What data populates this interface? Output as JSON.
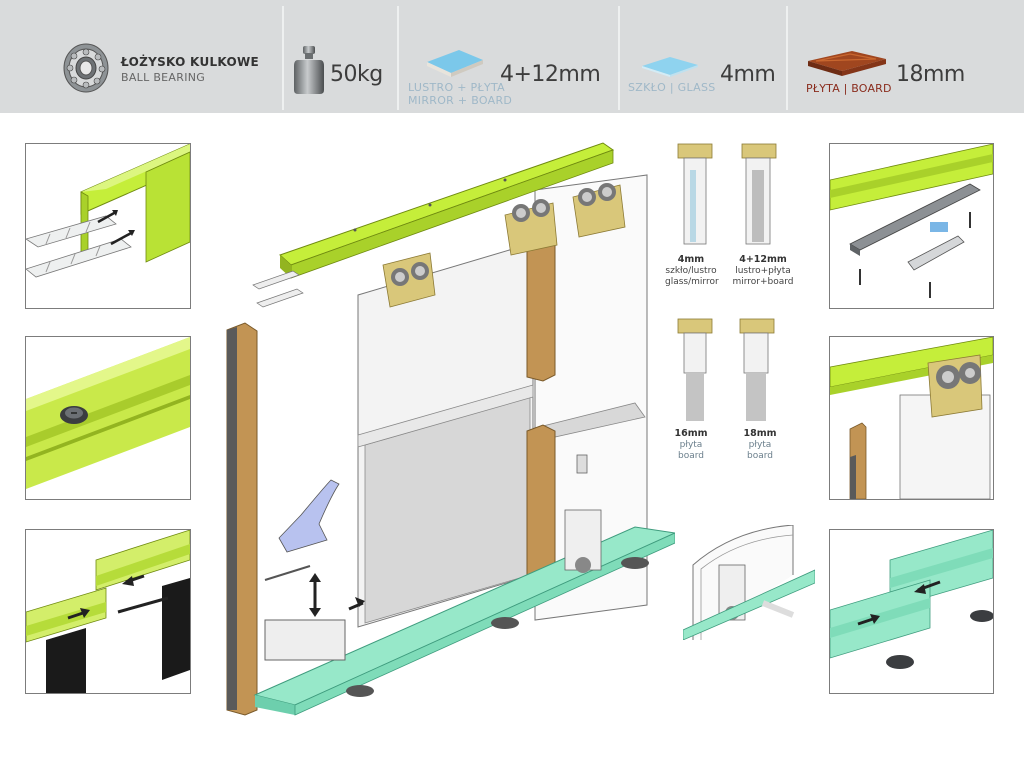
{
  "header": {
    "bearing": {
      "title": "ŁOŻYSKO KULKOWE",
      "subtitle": "BALL BEARING",
      "icon": "ball-bearing-icon"
    },
    "load": {
      "value": "50kg",
      "icon": "weight-icon"
    },
    "mirror_board": {
      "value": "4+12mm",
      "line1": "LUSTRO + PŁYTA",
      "line2": "MIRROR + BOARD",
      "icon": "mirror-board-icon"
    },
    "glass": {
      "value": "4mm",
      "label": "SZKŁO | GLASS",
      "icon": "glass-pane-icon"
    },
    "board": {
      "value": "18mm",
      "label": "PŁYTA | BOARD",
      "icon": "wood-board-icon"
    }
  },
  "profiles": [
    {
      "size": "4mm",
      "line1": "szkło/lustro",
      "line2": "glass/mirror"
    },
    {
      "size": "4+12mm",
      "line1": "lustro+płyta",
      "line2": "mirror+board"
    },
    {
      "size": "16mm",
      "line1": "płyta",
      "line2": "board"
    },
    {
      "size": "18mm",
      "line1": "płyta",
      "line2": "board"
    }
  ],
  "colors": {
    "top_rail": "#c5ee3a",
    "bottom_rail": "#97e8c9",
    "brush_profile": "#c29454",
    "hanger": "#d9c77a",
    "header_bg": "#d9dbdc"
  }
}
